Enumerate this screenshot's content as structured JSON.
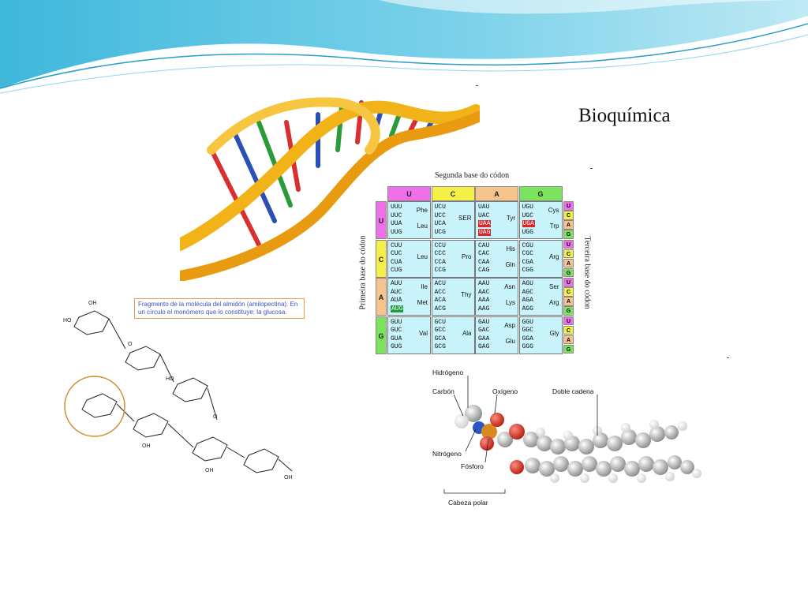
{
  "slide": {
    "title": "Bioquímica"
  },
  "starch": {
    "caption": "Fragmento de la molécula del almidón (amilopectina). En un círculo el monómero que lo constituye: la glucosa."
  },
  "codon_table": {
    "title": "Segunda base do códon",
    "left_label": "Primeira base do códon",
    "right_label": "Terceira base do códon",
    "second_bases": [
      "U",
      "C",
      "A",
      "G"
    ],
    "first_bases": [
      "U",
      "C",
      "A",
      "G"
    ],
    "third_bases": [
      "U",
      "C",
      "A",
      "G"
    ],
    "rows": [
      [
        {
          "codons": [
            "UUU",
            "UUC",
            "UUA",
            "UUG"
          ],
          "aa": [
            "Phe",
            "Leu"
          ]
        },
        {
          "codons": [
            "UCU",
            "UCC",
            "UCA",
            "UCG"
          ],
          "aa": [
            "SER"
          ]
        },
        {
          "codons": [
            "UAU",
            "UAC",
            "UAA",
            "UAG"
          ],
          "aa": [
            "Tyr"
          ]
        },
        {
          "codons": [
            "UGU",
            "UGC",
            "UGA",
            "UGG"
          ],
          "aa": [
            "Cys",
            "Trp"
          ]
        }
      ],
      [
        {
          "codons": [
            "CUU",
            "CUC",
            "CUA",
            "CUG"
          ],
          "aa": [
            "Leu"
          ]
        },
        {
          "codons": [
            "CCU",
            "CCC",
            "CCA",
            "CCG"
          ],
          "aa": [
            "Pro"
          ]
        },
        {
          "codons": [
            "CAU",
            "CAC",
            "CAA",
            "CAG"
          ],
          "aa": [
            "His",
            "Gln"
          ]
        },
        {
          "codons": [
            "CGU",
            "CGC",
            "CGA",
            "CGG"
          ],
          "aa": [
            "Arg"
          ]
        }
      ],
      [
        {
          "codons": [
            "AUU",
            "AUC",
            "AUA",
            "AUG"
          ],
          "aa": [
            "Ile",
            "Met"
          ]
        },
        {
          "codons": [
            "ACU",
            "ACC",
            "ACA",
            "ACG"
          ],
          "aa": [
            "Thy"
          ]
        },
        {
          "codons": [
            "AAU",
            "AAC",
            "AAA",
            "AAG"
          ],
          "aa": [
            "Asn",
            "Lys"
          ]
        },
        {
          "codons": [
            "AGU",
            "AGC",
            "AGA",
            "AGG"
          ],
          "aa": [
            "Ser",
            "Arg"
          ]
        }
      ],
      [
        {
          "codons": [
            "GUU",
            "GUC",
            "GUA",
            "GUG"
          ],
          "aa": [
            "Val"
          ]
        },
        {
          "codons": [
            "GCU",
            "GCC",
            "GCA",
            "GCG"
          ],
          "aa": [
            "Ala"
          ]
        },
        {
          "codons": [
            "GAU",
            "GAC",
            "GAA",
            "GAG"
          ],
          "aa": [
            "Asp",
            "Glu"
          ]
        },
        {
          "codons": [
            "GGU",
            "GGC",
            "GGA",
            "GGG"
          ],
          "aa": [
            "Gly"
          ]
        }
      ]
    ],
    "colors": {
      "U": "#ee6fe8",
      "C": "#f6f046",
      "A": "#f7c48e",
      "G": "#7be35e"
    }
  },
  "lipid": {
    "labels": {
      "hydrogen": "Hidrógeno",
      "carbon": "Carbón",
      "oxygen": "Oxígeno",
      "double_chain": "Doble cadena",
      "nitrogen": "Nitrógeno",
      "phosphorus": "Fósforo",
      "polar_head": "Cabeza polar"
    }
  }
}
